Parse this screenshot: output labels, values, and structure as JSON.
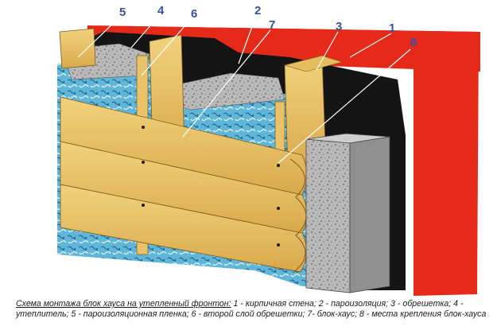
{
  "callouts": [
    {
      "id": "5",
      "label": "5"
    },
    {
      "id": "4",
      "label": "4"
    },
    {
      "id": "6",
      "label": "6"
    },
    {
      "id": "2",
      "label": "2"
    },
    {
      "id": "7",
      "label": "7"
    },
    {
      "id": "3",
      "label": "3"
    },
    {
      "id": "1",
      "label": "1"
    },
    {
      "id": "8",
      "label": "8"
    }
  ],
  "caption": {
    "title": "Схема монтажа блок хауса на утепленный фронтон:",
    "legend": " 1 - кирпичная стена; 2 - пароизоляция; 3 - обрешетка; 4 - утеплитель; 5 - пароизоляционная пленка; 6 - второй слой обрешетки; 7- блок-хаус; 8 - места крепления блок-хауса"
  },
  "colors": {
    "brick_wall": "#e52a19",
    "vapor_barrier": "#141414",
    "wood": "#e9c26a",
    "insulation": "#5fb6d6",
    "gray_foam": "#b7b7b7",
    "callout_text": "#3a4fa8"
  }
}
